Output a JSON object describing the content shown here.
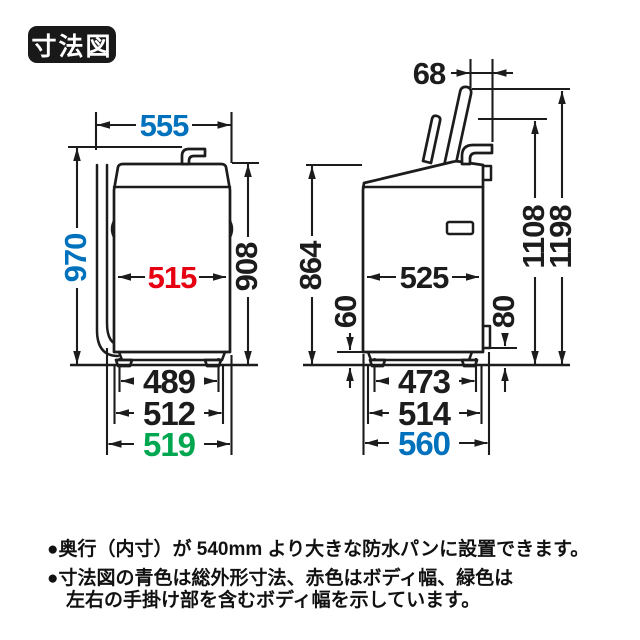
{
  "badge": {
    "label": "寸法図"
  },
  "colors": {
    "blue": "#0071bc",
    "red": "#e60012",
    "green": "#00a650",
    "line_black": "#1c1c1c"
  },
  "front_view": {
    "dims": {
      "total_width": "555",
      "total_height": "970",
      "body_width": "515",
      "body_height": "908",
      "feet_width": "489",
      "base_width": "512",
      "width_with_handles": "519"
    }
  },
  "side_view": {
    "dims": {
      "lid_top_offset": "68",
      "height_side": "864",
      "body_depth": "525",
      "bottom_clearance": "60",
      "outlet_clearance": "80",
      "open_lid_height_inner": "1108",
      "open_lid_height_outer": "1198",
      "feet_depth": "473",
      "base_depth": "514",
      "total_depth": "560"
    }
  },
  "notes": [
    "●奥行（内寸）が 540mm より大きな防水パンに設置できます。",
    "●寸法図の青色は総外形寸法、赤色はボディ幅、緑色は",
    "左右の手掛け部を含むボディ幅を示しています。"
  ]
}
